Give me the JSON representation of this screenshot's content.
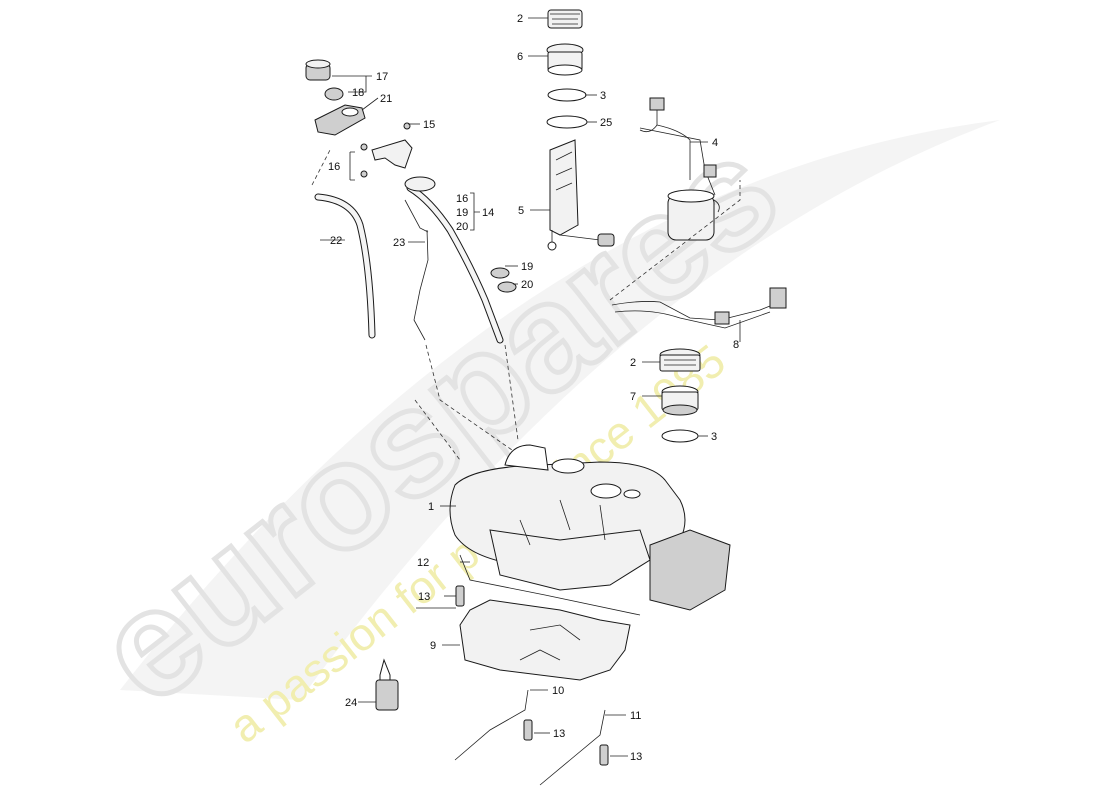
{
  "watermark": {
    "brand": "eurospares",
    "tagline": "a passion for parts since 1985",
    "brand_color": "#e6e6e6",
    "tagline_color": "#f3f0b8"
  },
  "callouts": {
    "p1": "1",
    "p2a": "2",
    "p2b": "2",
    "p3a": "3",
    "p3b": "3",
    "p4": "4",
    "p5": "5",
    "p6": "6",
    "p7": "7",
    "p8": "8",
    "p9": "9",
    "p10": "10",
    "p11": "11",
    "p12": "12",
    "p13a": "13",
    "p13b": "13",
    "p13c": "13",
    "p14": "14",
    "p15": "15",
    "p16a": "16",
    "p16b": "16",
    "p17": "17",
    "p18": "18",
    "p19a": "19",
    "p19b": "19",
    "p20a": "20",
    "p20b": "20",
    "p21": "21",
    "p22": "22",
    "p23": "23",
    "p24": "24",
    "p25": "25"
  }
}
